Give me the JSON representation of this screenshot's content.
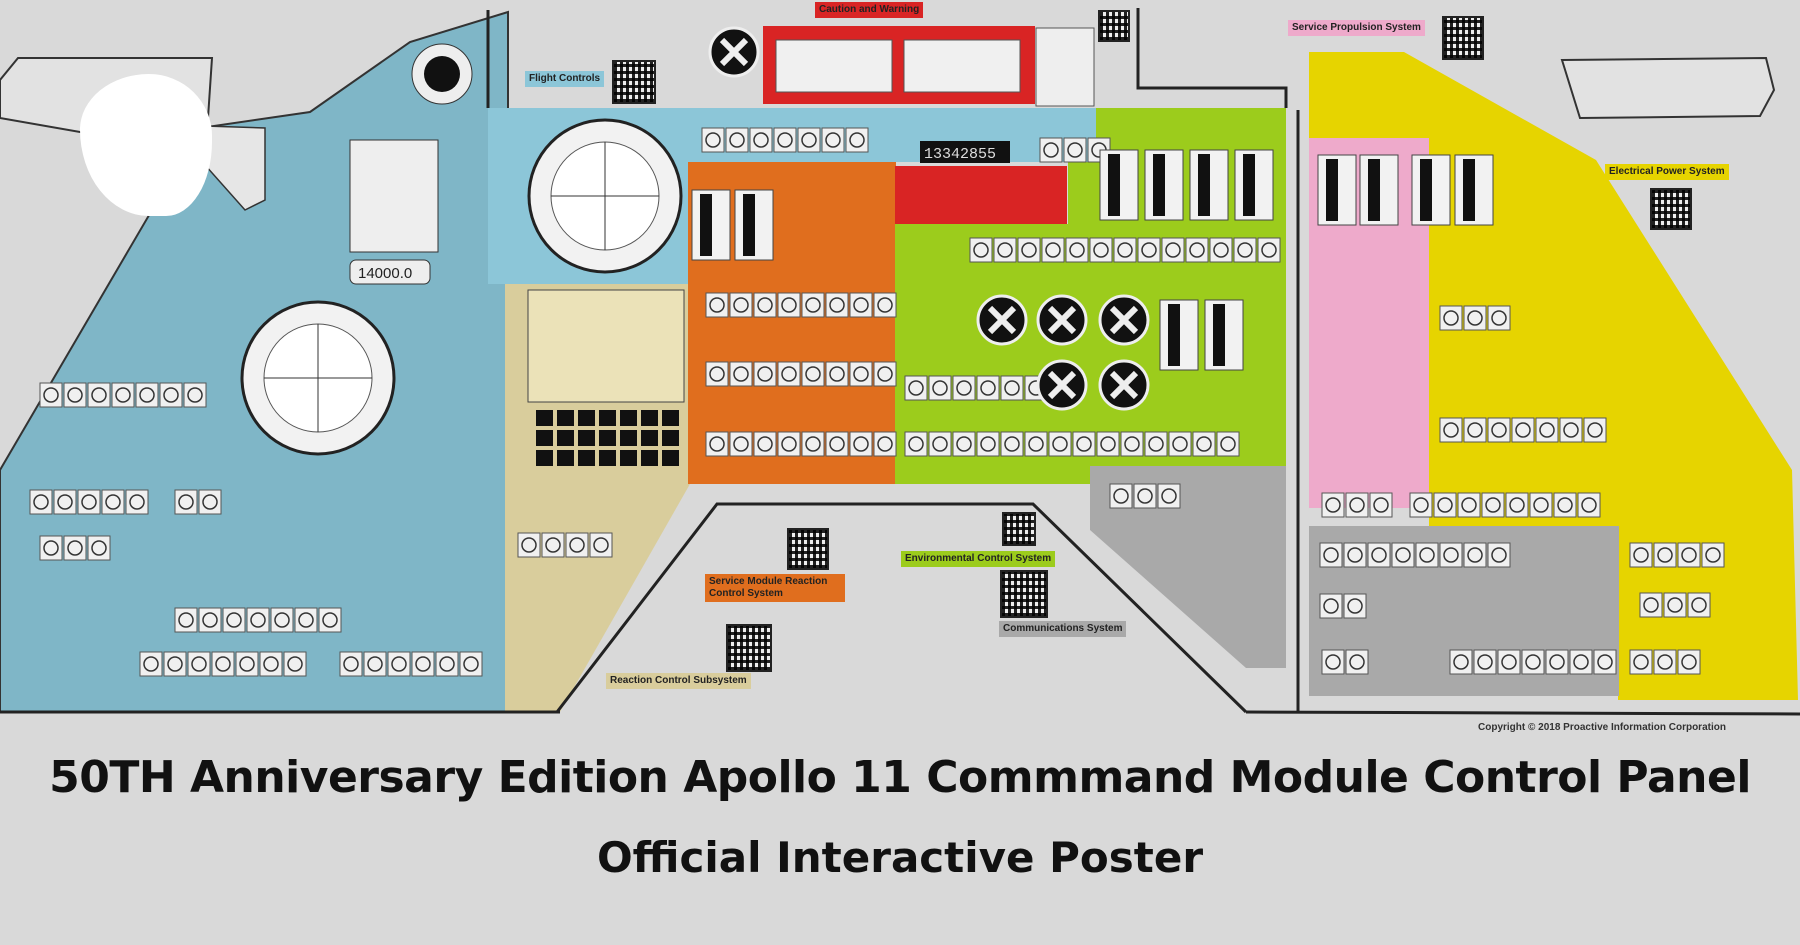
{
  "poster": {
    "title": "50TH Anniversary Edition Apollo 11 Commmand Module Control Panel",
    "subtitle": "Official Interactive Poster",
    "copyright": "Copyright © 2018 Proactive Information Corporation"
  },
  "systems": [
    {
      "label": "Caution and Warning",
      "color": "#d92424"
    },
    {
      "label": "Flight Controls",
      "color": "#8cc6d8"
    },
    {
      "label": "Service Propulsion System",
      "color": "#eeaacb"
    },
    {
      "label": "Electrical Power System",
      "color": "#e6d400"
    },
    {
      "label": "Service Module Reaction Control System",
      "color": "#e06e1e"
    },
    {
      "label": "Environmental Control System",
      "color": "#9ccc1c"
    },
    {
      "label": "Communications System",
      "color": "#a9a9a9"
    },
    {
      "label": "Reaction Control Subsystem",
      "color": "#d9cd9c"
    }
  ],
  "displays": {
    "mission_timer": "13342855",
    "altimeter": "14000.0"
  }
}
